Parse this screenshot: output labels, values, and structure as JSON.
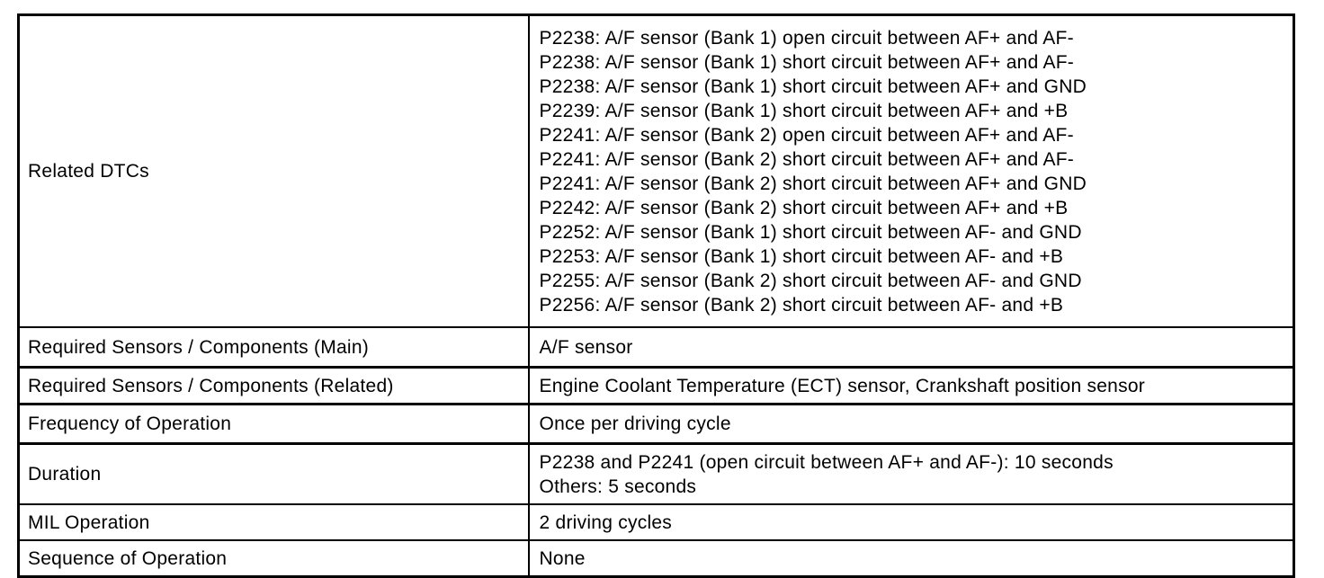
{
  "table": {
    "rows": [
      {
        "label": "Related DTCs",
        "value_lines": [
          "P2238: A/F sensor (Bank 1) open circuit between AF+ and AF-",
          "P2238: A/F sensor (Bank 1) short circuit between AF+ and AF-",
          "P2238: A/F sensor (Bank 1) short circuit between AF+ and GND",
          "P2239: A/F sensor (Bank 1) short circuit between AF+ and +B",
          "P2241: A/F sensor (Bank 2) open circuit between AF+ and AF-",
          "P2241: A/F sensor (Bank 2) short circuit between AF+ and AF-",
          "P2241: A/F sensor (Bank 2) short circuit between AF+ and GND",
          "P2242: A/F sensor (Bank 2) short circuit between AF+ and +B",
          "P2252: A/F sensor (Bank 1) short circuit between AF- and GND",
          "P2253: A/F sensor (Bank 1) short circuit between AF- and +B",
          "P2255: A/F sensor (Bank 2) short circuit between AF- and GND",
          "P2256: A/F sensor (Bank 2) short circuit between AF- and +B"
        ]
      },
      {
        "label": "Required Sensors / Components (Main)",
        "value_lines": [
          "A/F sensor"
        ]
      },
      {
        "label": "Required Sensors / Components (Related)",
        "value_lines": [
          "Engine Coolant Temperature (ECT) sensor, Crankshaft position sensor"
        ]
      },
      {
        "label": "Frequency of Operation",
        "value_lines": [
          "Once per driving cycle"
        ]
      },
      {
        "label": "Duration",
        "value_lines": [
          "P2238 and P2241 (open circuit between AF+ and AF-): 10 seconds",
          "Others: 5 seconds"
        ]
      },
      {
        "label": "MIL Operation",
        "value_lines": [
          "2 driving cycles"
        ]
      },
      {
        "label": "Sequence of Operation",
        "value_lines": [
          "None"
        ]
      }
    ],
    "border_color": "#000000",
    "text_color": "#000000"
  }
}
